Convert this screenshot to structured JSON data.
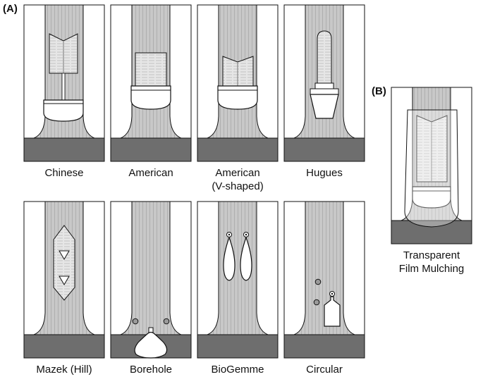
{
  "panel_a": {
    "letter": "(A)"
  },
  "panel_b": {
    "letter": "(B)",
    "caption_line1": "Transparent",
    "caption_line2": "Film Mulching"
  },
  "methods": [
    {
      "line1": "Chinese"
    },
    {
      "line1": "American"
    },
    {
      "line1": "American",
      "line2": "(V-shaped)"
    },
    {
      "line1": "Hugues"
    },
    {
      "line1": "Mazek (Hill)"
    },
    {
      "line1": "Borehole"
    },
    {
      "line1": "BioGemme"
    },
    {
      "line1": "Circular"
    }
  ],
  "colors": {
    "trunk": "#c8c8c8",
    "ground": "#6e6e6e",
    "outline": "#111111",
    "background": "#ffffff",
    "panel": "#e6e6e6"
  }
}
